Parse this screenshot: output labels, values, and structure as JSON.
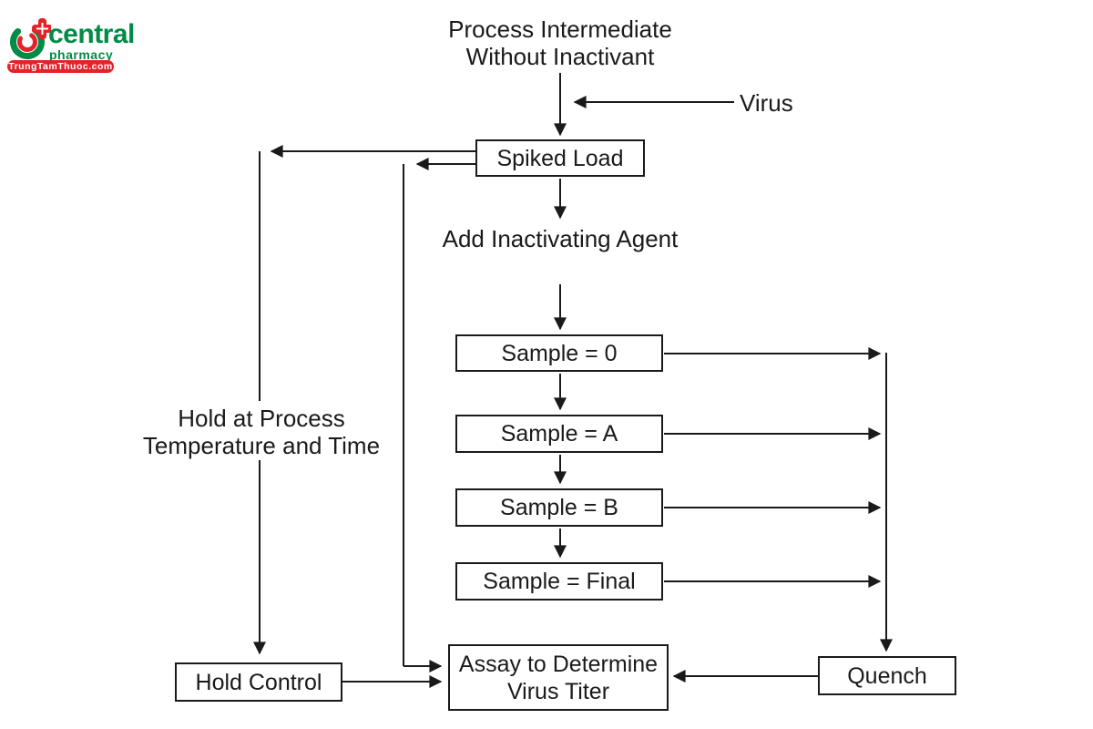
{
  "colors": {
    "line": "#1a1a1a",
    "logo_green": "#008B47",
    "logo_red": "#E42329"
  },
  "logo": {
    "brand": "central",
    "tagline": "pharmacy",
    "badge": "TrungTamThuoc.com"
  },
  "flowchart": {
    "source_label": {
      "line1": "Process Intermediate",
      "line2": "Without Inactivant"
    },
    "virus_label": "Virus",
    "spiked_load": "Spiked Load",
    "add_agent": "Add Inactivating Agent",
    "samples": [
      {
        "label": "Sample = 0"
      },
      {
        "label": "Sample = A"
      },
      {
        "label": "Sample = B"
      },
      {
        "label": "Sample = Final"
      }
    ],
    "hold_label": {
      "line1": "Hold at Process",
      "line2": "Temperature and Time"
    },
    "hold_control": "Hold Control",
    "assay": {
      "line1": "Assay to Determine",
      "line2": "Virus Titer"
    },
    "quench": "Quench"
  }
}
